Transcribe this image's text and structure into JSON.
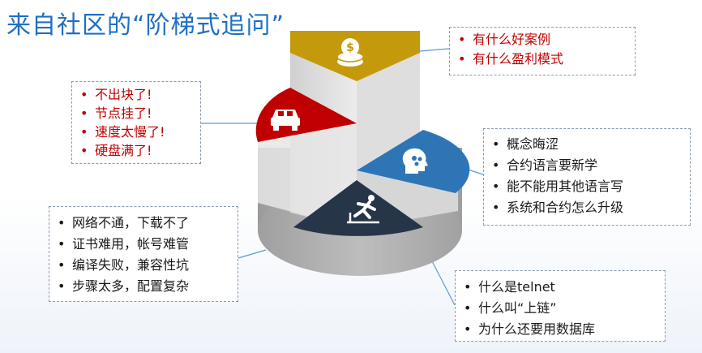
{
  "title": "来自社区的“阶梯式追问”",
  "bullet": "•",
  "boxes": {
    "profit": [
      "有什么好案例",
      "有什么盈利模式"
    ],
    "node": [
      "不出块了!",
      "节点挂了!",
      "速度太慢了!",
      "硬盘满了!"
    ],
    "concept": [
      "概念晦涩",
      "合约语言要新学",
      "能不能用其他语言写",
      "系统和合约怎么升级"
    ],
    "network": [
      "网络不通，下载不了",
      "证书难用，帐号难管",
      "编译失败，兼容性坑",
      "步骤太多，配置复杂"
    ],
    "telnet": [
      "什么是telnet",
      "什么叫“上链”",
      "为什么还要用数据库"
    ]
  },
  "colors": {
    "gold": "#c49a0c",
    "red": "#c00000",
    "blue": "#2e75b6",
    "navy": "#263548",
    "gray_side": "#b3b3b3",
    "title_blue": "#1f6fc4"
  },
  "icons": {
    "gold": "coins-icon",
    "red": "car-icon",
    "blue": "head-gear-icon",
    "navy": "person-hurdle-icon"
  }
}
